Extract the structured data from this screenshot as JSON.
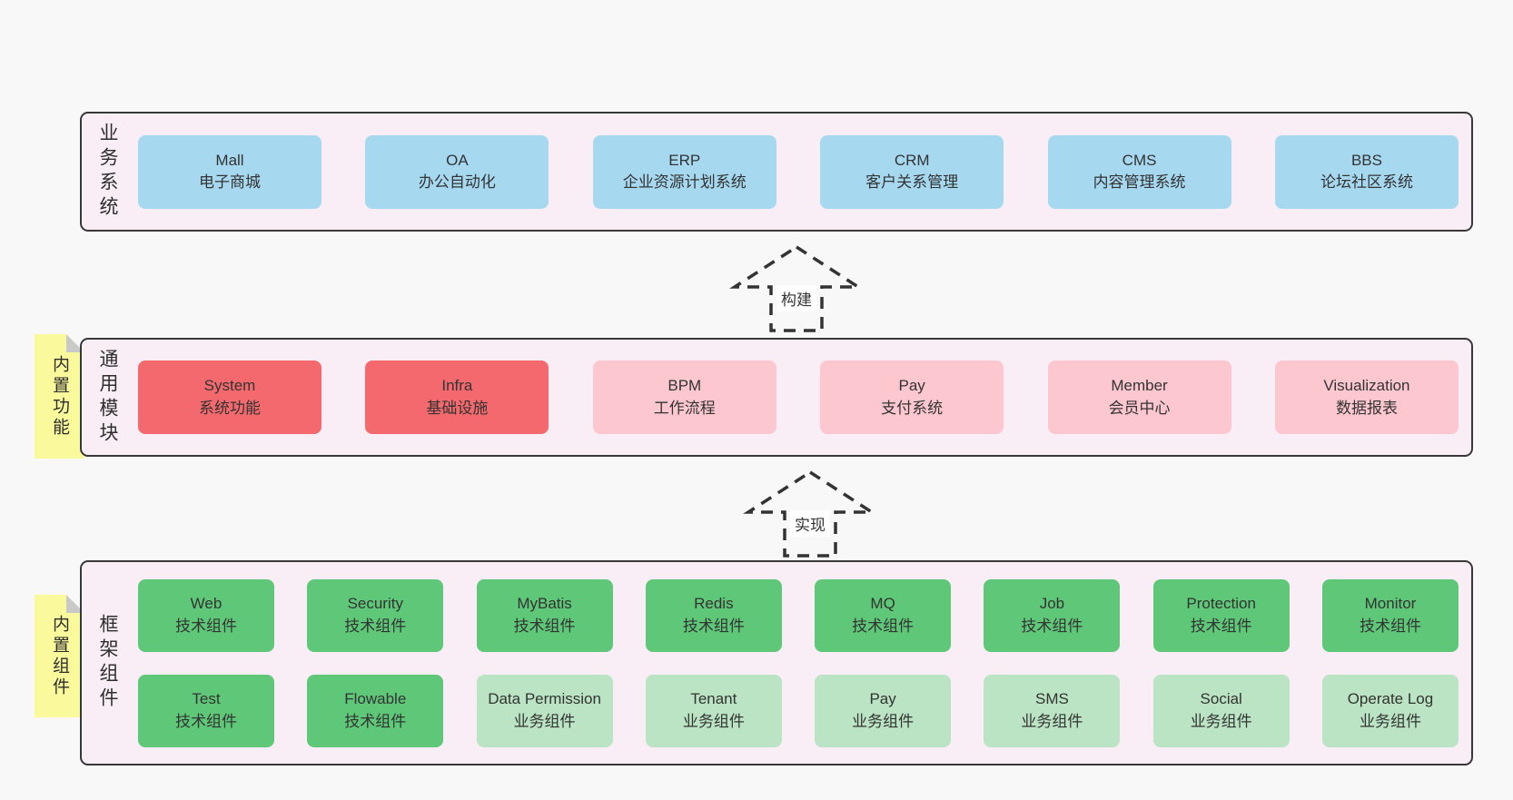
{
  "colors": {
    "page_bg": "#f8f8f8",
    "band_bg": "#f9edf6",
    "band_border": "#383838",
    "blue_box": "#a6d8f0",
    "red_box": "#f4696d",
    "pink_box": "#fcc7cf",
    "green_box": "#5ec878",
    "light_green_box": "#bae4c3",
    "sticky_note": "#fafa9d",
    "note_fold": "#c9c9c9",
    "text": "#333333"
  },
  "bands": [
    {
      "side_label": "业务系统",
      "boxes": [
        {
          "en": "Mall",
          "zh": "电子商城"
        },
        {
          "en": "OA",
          "zh": "办公自动化"
        },
        {
          "en": "ERP",
          "zh": "企业资源计划系统"
        },
        {
          "en": "CRM",
          "zh": "客户关系管理"
        },
        {
          "en": "CMS",
          "zh": "内容管理系统"
        },
        {
          "en": "BBS",
          "zh": "论坛社区系统"
        }
      ]
    },
    {
      "side_label": "通用模块",
      "boxes": [
        {
          "en": "System",
          "zh": "系统功能"
        },
        {
          "en": "Infra",
          "zh": "基础设施"
        },
        {
          "en": "BPM",
          "zh": "工作流程"
        },
        {
          "en": "Pay",
          "zh": "支付系统"
        },
        {
          "en": "Member",
          "zh": "会员中心"
        },
        {
          "en": "Visualization",
          "zh": "数据报表"
        }
      ]
    },
    {
      "side_label": "框架组件",
      "rows": [
        [
          {
            "en": "Web",
            "zh": "技术组件"
          },
          {
            "en": "Security",
            "zh": "技术组件"
          },
          {
            "en": "MyBatis",
            "zh": "技术组件"
          },
          {
            "en": "Redis",
            "zh": "技术组件"
          },
          {
            "en": "MQ",
            "zh": "技术组件"
          },
          {
            "en": "Job",
            "zh": "技术组件"
          },
          {
            "en": "Protection",
            "zh": "技术组件"
          },
          {
            "en": "Monitor",
            "zh": "技术组件"
          }
        ],
        [
          {
            "en": "Test",
            "zh": "技术组件"
          },
          {
            "en": "Flowable",
            "zh": "技术组件"
          },
          {
            "en": "Data Permission",
            "zh": "业务组件"
          },
          {
            "en": "Tenant",
            "zh": "业务组件"
          },
          {
            "en": "Pay",
            "zh": "业务组件"
          },
          {
            "en": "SMS",
            "zh": "业务组件"
          },
          {
            "en": "Social",
            "zh": "业务组件"
          },
          {
            "en": "Operate Log",
            "zh": "业务组件"
          }
        ]
      ]
    }
  ],
  "notes": [
    {
      "text": "内置功能"
    },
    {
      "text": "内置组件"
    }
  ],
  "arrows": [
    {
      "label": "构建"
    },
    {
      "label": "实现"
    }
  ]
}
